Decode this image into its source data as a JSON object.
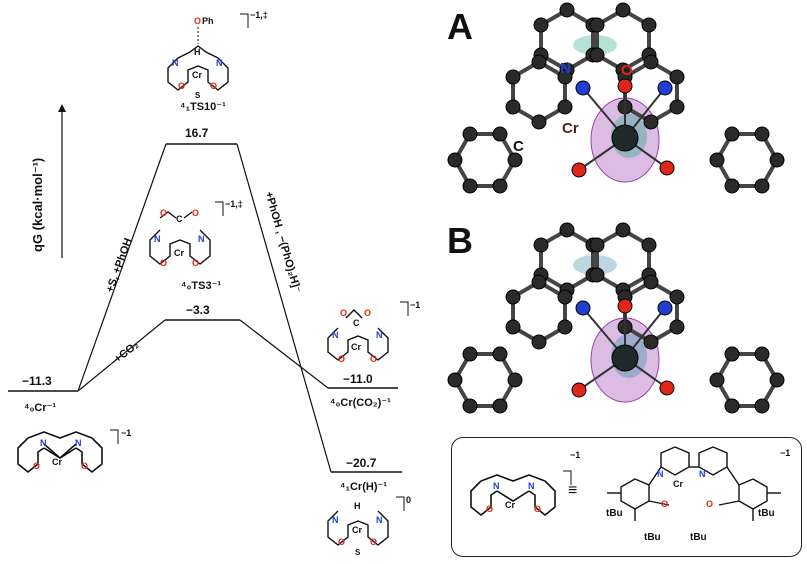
{
  "axis": {
    "ylabel": "qG (kcal·mol⁻¹)"
  },
  "states": [
    {
      "id": "cr",
      "value": "−11.3",
      "label": "⁴₀Cr⁻¹",
      "charge": "−1"
    },
    {
      "id": "ts10",
      "value": "16.7",
      "label": "⁴₁TS10⁻¹",
      "charge": "−1,‡"
    },
    {
      "id": "ts3",
      "value": "−3.3",
      "label": "⁴₀TS3⁻¹",
      "charge": "−1,‡"
    },
    {
      "id": "crco2",
      "value": "−11.0",
      "label": "⁴₀Cr(CO₂)⁻¹",
      "charge": "−1"
    },
    {
      "id": "crh",
      "value": "−20.7",
      "label": "⁴₁Cr(H)⁻¹",
      "charge": "0"
    }
  ],
  "paths": {
    "upper_left": "+S, +PhOH",
    "upper_right": "+PhOH , −(PhO)₂H]⁻",
    "lower_left": "+CO₂"
  },
  "atoms": {
    "N": "N",
    "O": "O",
    "Cr": "Cr",
    "S": "S",
    "H": "H",
    "C": "C",
    "OPh": "OPh"
  },
  "panels": {
    "a": "A",
    "b": "B"
  },
  "panel_atoms": {
    "n": "N",
    "o": "O",
    "cr": "Cr",
    "c": "C"
  },
  "legend": {
    "equiv": "≡",
    "tbu": "tBu",
    "charge_left": "−1",
    "charge_right": "−1"
  },
  "colors": {
    "red": "#e0261a",
    "blue": "#1f3fd0",
    "purple": "#9a3fb0",
    "teal": "#2aa88a"
  }
}
